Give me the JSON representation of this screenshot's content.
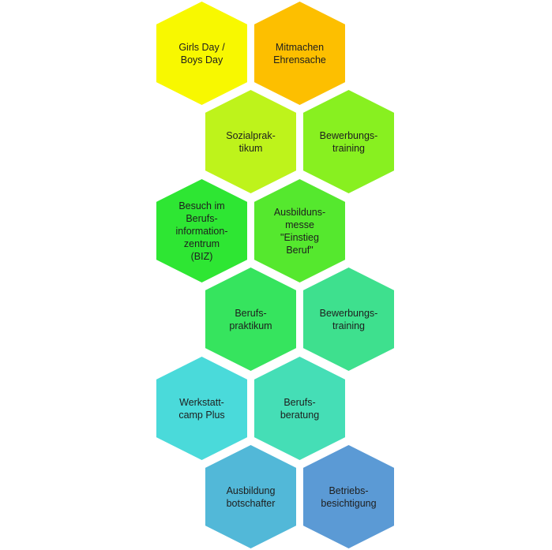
{
  "diagram": {
    "hexagons": [
      {
        "label": "Girls Day /\nBoys Day",
        "color": "#F8F800"
      },
      {
        "label": "Mitmachen\nEhrensache",
        "color": "#FDBF00"
      },
      {
        "label": "Sozialprak-\ntikum",
        "color": "#BEF31B"
      },
      {
        "label": "Bewerbungs-\ntraining",
        "color": "#88F020"
      },
      {
        "label": "Besuch im\nBerufs-\ninformation-\nzentrum\n(BIZ)",
        "color": "#2EE633"
      },
      {
        "label": "Ausbilduns-\nmesse\n\"Einstieg\nBeruf\"",
        "color": "#55E82E"
      },
      {
        "label": "Berufs-\npraktikum",
        "color": "#36E45E"
      },
      {
        "label": "Bewerbungs-\ntraining",
        "color": "#3EE08E"
      },
      {
        "label": "Werkstatt-\ncamp Plus",
        "color": "#4ADADA"
      },
      {
        "label": "Berufs-\nberatung",
        "color": "#45DEB6"
      },
      {
        "label": "Ausbildung\nbotschafter",
        "color": "#52B8D8"
      },
      {
        "label": "Betriebs-\nbesichtigung",
        "color": "#5B9AD5"
      }
    ]
  }
}
